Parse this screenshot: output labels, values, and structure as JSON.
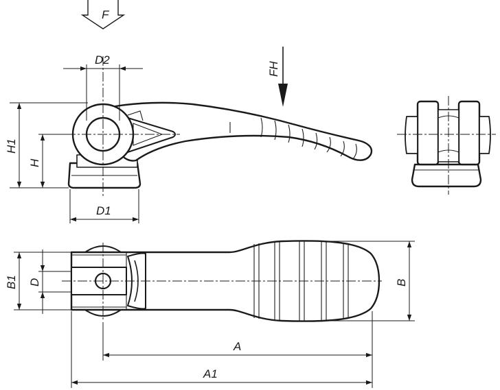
{
  "labels": {
    "force": "F",
    "force_handle": "FH",
    "d2": "D2",
    "h1": "H1",
    "h": "H",
    "d1": "D1",
    "b1": "B1",
    "d": "D",
    "b": "B",
    "a": "A",
    "a1": "A1"
  }
}
